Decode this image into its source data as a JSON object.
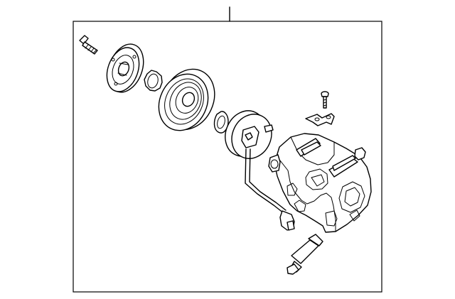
{
  "diagram": {
    "callouts": [],
    "parts": [
      {
        "id": "clutch-bolt",
        "icon": "bolt-icon"
      },
      {
        "id": "clutch-hub",
        "icon": "hub-icon"
      },
      {
        "id": "shim",
        "icon": "shim-icon"
      },
      {
        "id": "pulley",
        "icon": "pulley-icon"
      },
      {
        "id": "snap-ring",
        "icon": "snap-ring-icon"
      },
      {
        "id": "field-coil",
        "icon": "field-coil-icon"
      },
      {
        "id": "coil-connector",
        "icon": "connector-icon"
      },
      {
        "id": "mount-screw",
        "icon": "screw-icon"
      },
      {
        "id": "bracket",
        "icon": "bracket-icon"
      },
      {
        "id": "compressor-body",
        "icon": "compressor-icon"
      },
      {
        "id": "relief-valve",
        "icon": "valve-icon"
      }
    ],
    "colors": {
      "line": "#000000",
      "background": "#ffffff"
    }
  }
}
